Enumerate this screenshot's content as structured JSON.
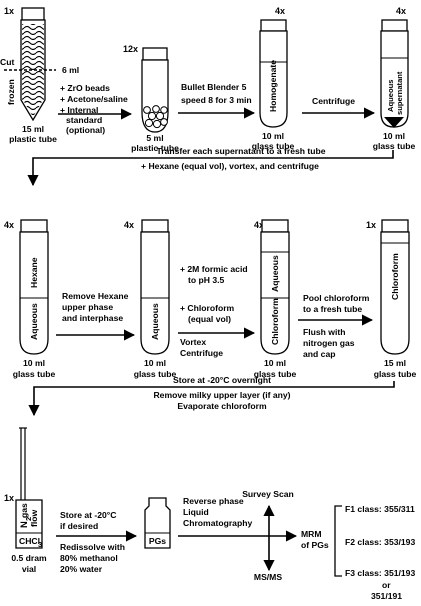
{
  "row1": {
    "tube1": {
      "mult": "1x",
      "cut": "Cut",
      "mark": "6 ml",
      "content": "frozen",
      "size": "15 ml",
      "type": "plastic tube"
    },
    "step1": [
      "+ ZrO beads",
      "+ Acetone/saline",
      "+ Internal",
      "standard",
      "(optional)"
    ],
    "tube2": {
      "mult": "12x",
      "size": "5 ml",
      "type": "plastic tube"
    },
    "step2": [
      "Bullet Blender 5",
      "speed 8 for 3 min"
    ],
    "tube3": {
      "mult": "4x",
      "content": "Homogenate",
      "size": "10 ml",
      "type": "glass tube"
    },
    "step3": [
      "Centrifuge"
    ],
    "tube4": {
      "mult": "4x",
      "content": "Aqueous supernatant",
      "content_lines": [
        "Aqueous",
        "supernatant"
      ],
      "size": "10 ml",
      "type": "glass tube"
    }
  },
  "transfer1": [
    "Transfer each supernatant to a fresh tube",
    "+ Hexane (equal vol), vortex, and centrifuge"
  ],
  "row2": {
    "tube1": {
      "mult": "4x",
      "upper": "Hexane",
      "lower": "Aqueous",
      "size": "10 ml",
      "type": "glass tube"
    },
    "step1": [
      "Remove Hexane",
      "upper phase",
      "and interphase"
    ],
    "tube2": {
      "mult": "4x",
      "content": "Aqueous",
      "size": "10 ml",
      "type": "glass tube"
    },
    "step2a": [
      "+ 2M formic acid",
      "to pH 3.5"
    ],
    "step2b": [
      "+ Chloroform",
      "(equal vol)"
    ],
    "step2c": [
      "Vortex",
      "Centrifuge"
    ],
    "tube3": {
      "mult": "4x",
      "upper": "Aqueous",
      "lower": "Chloroform",
      "size": "10 ml",
      "type": "glass tube"
    },
    "step3a": [
      "Pool chloroform",
      "to a fresh tube"
    ],
    "step3b": [
      "Flush with",
      "nitrogen gas",
      "and cap"
    ],
    "tube4": {
      "mult": "1x",
      "content": "Chloroform",
      "size": "15 ml",
      "type": "glass tube"
    }
  },
  "transfer2": [
    "Store at -20°C overnight",
    "Remove milky upper layer (if any)",
    "Evaporate chloroform"
  ],
  "row3": {
    "vial": {
      "mult": "1x",
      "gas_n": "N",
      "gas_sub": "2",
      "gas_rest": " gas",
      "flow": "flow",
      "solvent_main": "CHCl",
      "solvent_sub": "3",
      "size": "0.5 dram",
      "type": "vial"
    },
    "step1a": [
      "Store at -20°C",
      "if desired"
    ],
    "step1b": [
      "Redissolve with",
      "80% methanol",
      "20% water"
    ],
    "pg_vial": {
      "content": "PGs"
    },
    "step2": [
      "Reverse phase",
      "Liquid",
      "Chromatography"
    ],
    "survey": "Survey Scan",
    "msms": "MS/MS",
    "mrm": [
      "MRM",
      "of PGs"
    ],
    "classes": [
      {
        "label": "F1 class: 355/311"
      },
      {
        "label": "F2 class: 353/193"
      },
      {
        "label": "F3 class: 351/193"
      }
    ],
    "classes_extra": [
      "or",
      "351/191"
    ]
  }
}
